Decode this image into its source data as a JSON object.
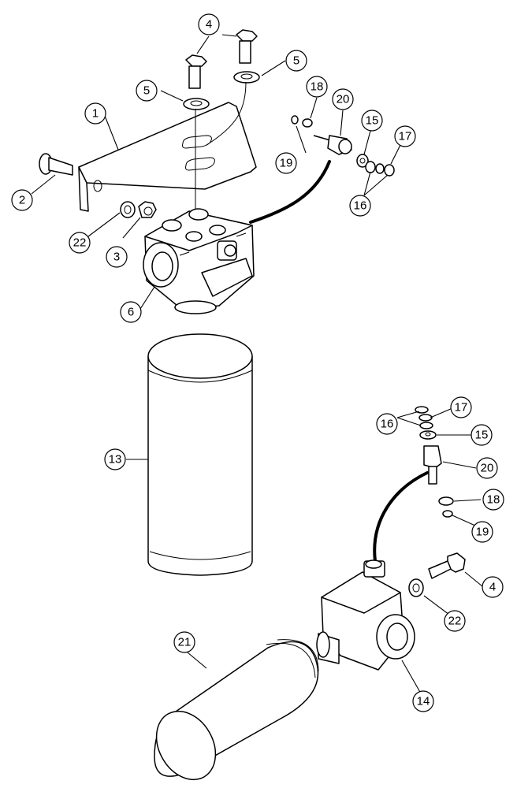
{
  "callouts": [
    {
      "id": "c1",
      "label": "1"
    },
    {
      "id": "c2",
      "label": "2"
    },
    {
      "id": "c3",
      "label": "3"
    },
    {
      "id": "c4a",
      "label": "4"
    },
    {
      "id": "c5a",
      "label": "5"
    },
    {
      "id": "c5b",
      "label": "5"
    },
    {
      "id": "c6",
      "label": "6"
    },
    {
      "id": "c13",
      "label": "13"
    },
    {
      "id": "c14",
      "label": "14"
    },
    {
      "id": "c15a",
      "label": "15"
    },
    {
      "id": "c15b",
      "label": "15"
    },
    {
      "id": "c16a",
      "label": "16"
    },
    {
      "id": "c16b",
      "label": "16"
    },
    {
      "id": "c17a",
      "label": "17"
    },
    {
      "id": "c17b",
      "label": "17"
    },
    {
      "id": "c18a",
      "label": "18"
    },
    {
      "id": "c18b",
      "label": "18"
    },
    {
      "id": "c19a",
      "label": "19"
    },
    {
      "id": "c19b",
      "label": "19"
    },
    {
      "id": "c20a",
      "label": "20"
    },
    {
      "id": "c20b",
      "label": "20"
    },
    {
      "id": "c21",
      "label": "21"
    },
    {
      "id": "c22a",
      "label": "22"
    },
    {
      "id": "c22b",
      "label": "22"
    },
    {
      "id": "c4b",
      "label": "4"
    }
  ]
}
